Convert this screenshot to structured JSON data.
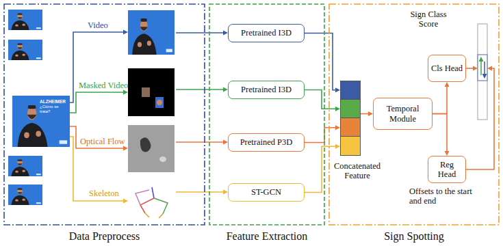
{
  "diagram": {
    "nodes": [
      {
        "text": [
          "Data Preprocess"
        ]
      },
      {
        "text": [
          "Feature Extraction"
        ]
      },
      {
        "text": [
          "Sign Spotting"
        ]
      },
      {
        "text": [
          "Pretrained I3D"
        ],
        "in": 1
      },
      {
        "text": [
          "Pretrained I3D"
        ],
        "in": 1
      },
      {
        "text": [
          "Pretrained P3D"
        ],
        "in": 1
      },
      {
        "text": [
          "ST-GCN"
        ],
        "in": 1
      },
      {
        "text": [
          "Concatenated Feature"
        ],
        "in": 2
      },
      {
        "text": [
          "Temporal Module"
        ],
        "in": 2
      },
      {
        "text": [
          "Cls Head"
        ],
        "in": 2
      },
      {
        "text": [
          "Reg Head"
        ],
        "in": 2
      }
    ],
    "edges": [
      {
        "from": 3,
        "to": 7,
        "arrow": "to"
      },
      {
        "from": 4,
        "to": 7,
        "arrow": "to"
      },
      {
        "from": 5,
        "to": 7,
        "arrow": "to"
      },
      {
        "from": 6,
        "to": 7,
        "arrow": "to"
      },
      {
        "from": 7,
        "to": 8,
        "arrow": "to"
      },
      {
        "from": 8,
        "to": 9,
        "arrow": "to"
      },
      {
        "from": 8,
        "to": 10,
        "arrow": "to"
      }
    ],
    "labels": [
      "ALZHEIMER",
      "¿Cómo se trata?",
      "Video",
      "Masked Video",
      "Optical Flow",
      "Skeleton",
      "Sign Class Score",
      "Offsets to the start and end"
    ]
  }
}
